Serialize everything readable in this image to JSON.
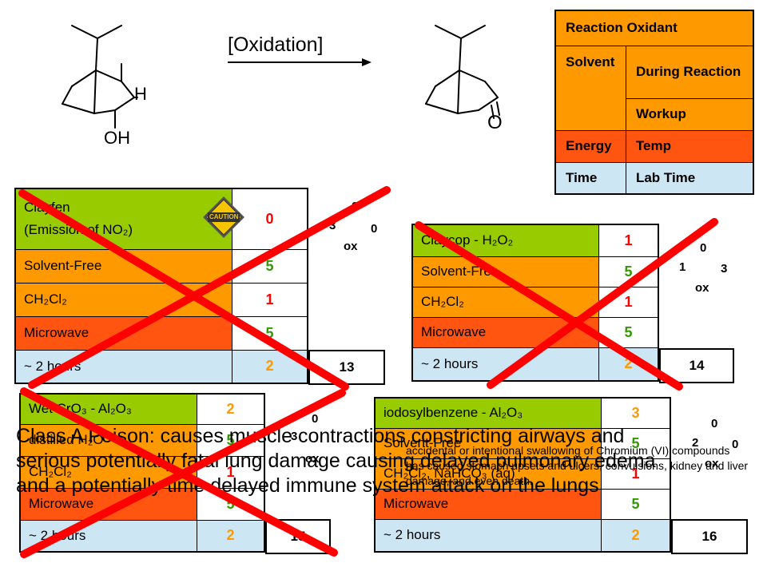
{
  "reaction": {
    "arrow_label": "[Oxidation]",
    "reactant_labels": {
      "h": "H",
      "oh": "OH"
    },
    "product_labels": {
      "o": "O"
    }
  },
  "legend": {
    "title": "Reaction Oxidant",
    "solvent": "Solvent",
    "during": "During Reaction",
    "workup": "Workup",
    "energy": "Energy",
    "temp": "Temp",
    "time": "Time",
    "lab_time": "Lab Time"
  },
  "tables": {
    "clayfen": {
      "oxidant_line1": "Clayfen",
      "oxidant_line2": "(Emission of NO₂)",
      "oxidant_value": "0",
      "caution": "CAUTION",
      "solvent": "Solvent-Free",
      "solvent_value": "5",
      "workup": "CH₂Cl₂",
      "workup_value": "1",
      "energy": "Microwave",
      "energy_value": "5",
      "time": "~ 2 hours",
      "time_value": "2",
      "total": "13",
      "ox": {
        "top": "0",
        "left": "3",
        "right": "0",
        "label": "ox"
      }
    },
    "claycop": {
      "oxidant": "Claycop - H₂O₂",
      "oxidant_value": "1",
      "solvent": "Solvent-Free",
      "solvent_value": "5",
      "workup": "CH₂Cl₂",
      "workup_value": "1",
      "energy": "Microwave",
      "energy_value": "5",
      "time": "~ 2 hours",
      "time_value": "2",
      "total": "14",
      "ox": {
        "top": "0",
        "left": "1",
        "right": "3",
        "label": "ox"
      }
    },
    "wetcro3": {
      "oxidant": "Wet CrO₃ - Al₂O₃",
      "oxidant_value": "2",
      "solvent": "distilled H₂O",
      "solvent_value": "5",
      "workup": "CH₂Cl₂",
      "workup_value": "1",
      "energy": "Microwave",
      "energy_value": "5",
      "time": "~ 2 hours",
      "time_value": "2",
      "total": "15",
      "ox": {
        "top": "0",
        "left": "3",
        "label": "ox"
      }
    },
    "iodosyl": {
      "oxidant": "iodosylbenzene - Al₂O₃",
      "oxidant_value": "3",
      "solvent": "Solvent-Free",
      "solvent_value": "5",
      "workup": "CH₂Cl₂, NaHCO₃ (aq)",
      "workup_value": "1",
      "energy": "Microwave",
      "energy_value": "5",
      "time": "~ 2 hours",
      "time_value": "2",
      "total": "16",
      "ox": {
        "top": "0",
        "left": "2",
        "right": "0",
        "label": "ox"
      }
    }
  },
  "warnings": {
    "class_a_poison": "Class A Poison: causes muscle contractions constricting airways  and serious potentially fatal lung damage causing delayed  pulmonary edema and a potentially time delayed immune system attack on the lungs",
    "ingestion": "accidental or intentional swallowing of Chromium (VI) compounds has caused stomach upsets and ulcers, convulsions, kidney and liver damage, and even death."
  },
  "colors": {
    "oxidant": "#99cc00",
    "solvent": "#ff9900",
    "energy": "#ff5511",
    "time": "#cce6f4",
    "cross": "#ff0000"
  }
}
